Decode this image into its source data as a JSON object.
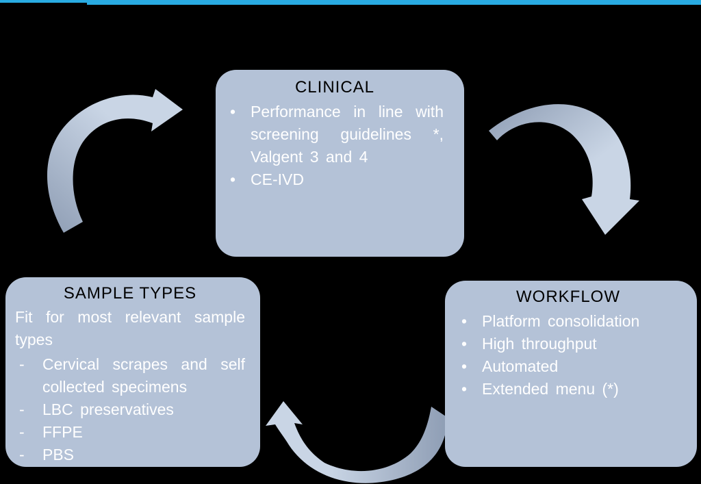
{
  "colors": {
    "background": "#000000",
    "accent_bar": "#29ABE2",
    "box_fill": "#B4C2D7",
    "title_text": "#000000",
    "body_text": "#FFFFFF",
    "arrow_dark": "#8E9DB4",
    "arrow_light": "#C9D5E5"
  },
  "diagram": {
    "boxes": [
      {
        "id": "clinical",
        "title": "CLINICAL",
        "items": [
          {
            "marker": "•",
            "text": "Performance in line with screening guidelines *, Valgent 3 and 4"
          },
          {
            "marker": "•",
            "text": "CE-IVD"
          }
        ]
      },
      {
        "id": "sample-types",
        "title": "SAMPLE TYPES",
        "intro": "Fit for most relevant sample types",
        "items": [
          {
            "marker": "-",
            "text": "Cervical scrapes and self collected specimens"
          },
          {
            "marker": "-",
            "text": "LBC preservatives"
          },
          {
            "marker": "-",
            "text": "FFPE"
          },
          {
            "marker": "-",
            "text": "PBS"
          }
        ]
      },
      {
        "id": "workflow",
        "title": "WORKFLOW",
        "items": [
          {
            "marker": "•",
            "text": "Platform consolidation"
          },
          {
            "marker": "•",
            "text": "High throughput"
          },
          {
            "marker": "•",
            "text": "Automated"
          },
          {
            "marker": "•",
            "text": "Extended menu (*)"
          }
        ]
      }
    ],
    "arrows": [
      {
        "id": "sample-to-clinical",
        "direction": "up-right"
      },
      {
        "id": "clinical-to-workflow",
        "direction": "down-right"
      },
      {
        "id": "workflow-to-sample",
        "direction": "up-left"
      }
    ]
  }
}
